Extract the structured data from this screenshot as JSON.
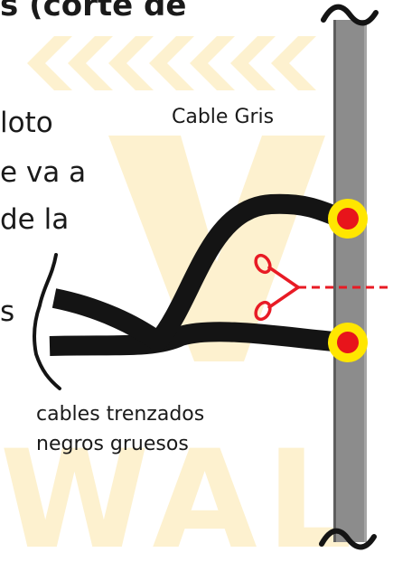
{
  "title_fragment": "s (corte de",
  "body_text_lines": [
    "loto",
    "e va a",
    "de la",
    "s"
  ],
  "labels": {
    "cable_gris": "Cable Gris",
    "braided_line1": "cables trenzados",
    "braided_line2": "negros gruesos"
  },
  "watermark_text": "WAL",
  "colors": {
    "background": "#ffffff",
    "watermark": "#fdf1cf",
    "gray_cable": "#8c8c8c",
    "gray_cable_edge": "#5e5e5e",
    "black_cable": "#141414",
    "connector_outer": "#ffe600",
    "connector_inner": "#e8141b",
    "cut_marker": "#e81b25",
    "text": "#1a1a1a"
  },
  "icons": {
    "scissors": "scissors-icon",
    "connector": "connector-dot-icon",
    "break": "tilde-break-icon"
  }
}
